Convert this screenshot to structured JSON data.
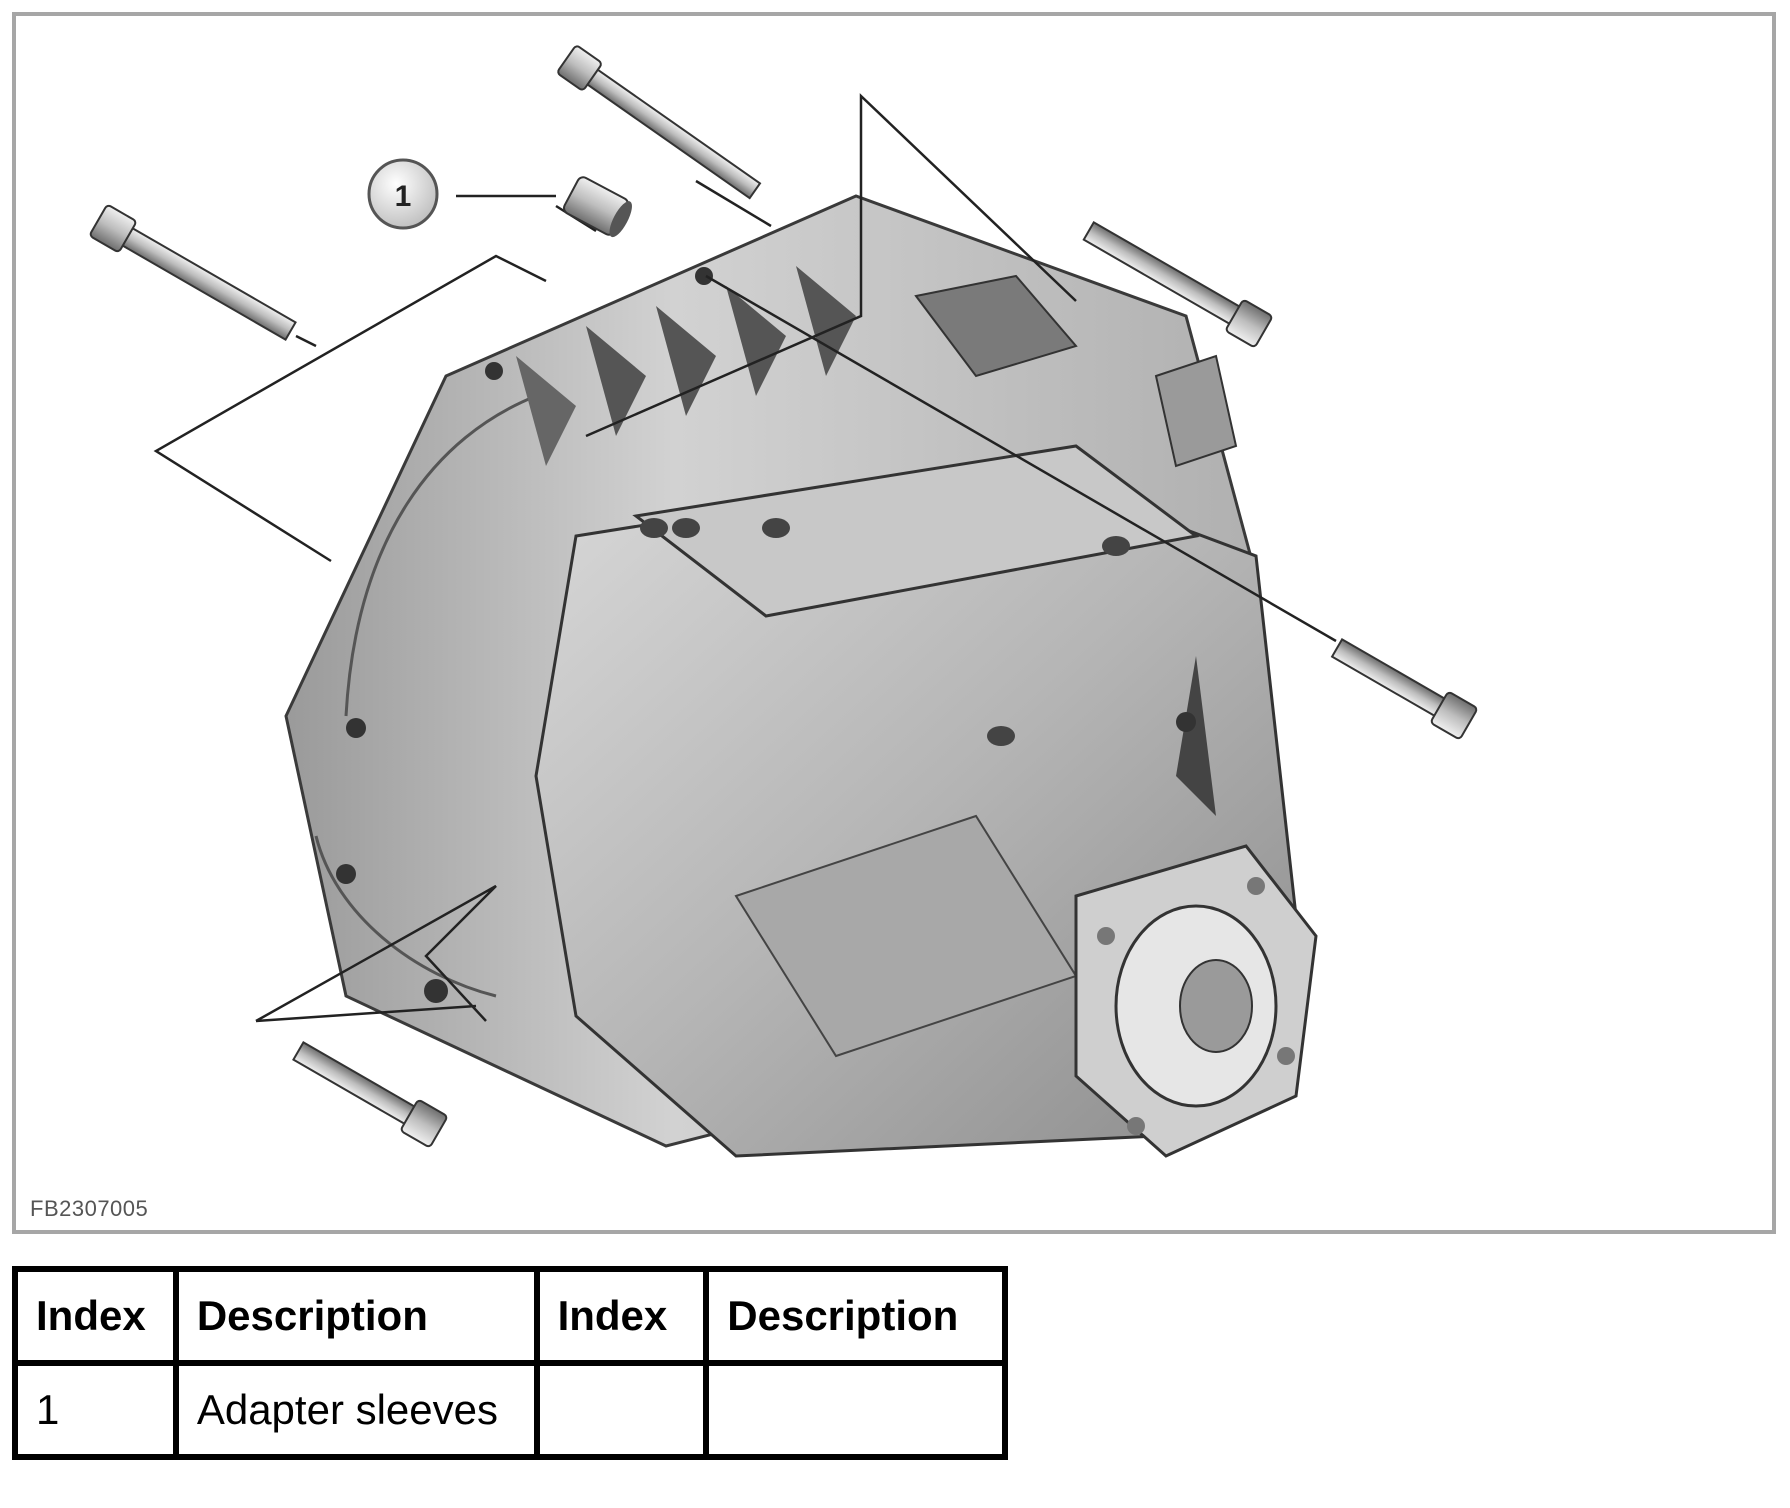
{
  "figure": {
    "id_label": "FB2307005",
    "callout_number": "1"
  },
  "legend": {
    "headers": [
      "Index",
      "Description",
      "Index",
      "Description"
    ],
    "rows": [
      [
        "1",
        "Adapter sleeves",
        "",
        ""
      ]
    ]
  }
}
